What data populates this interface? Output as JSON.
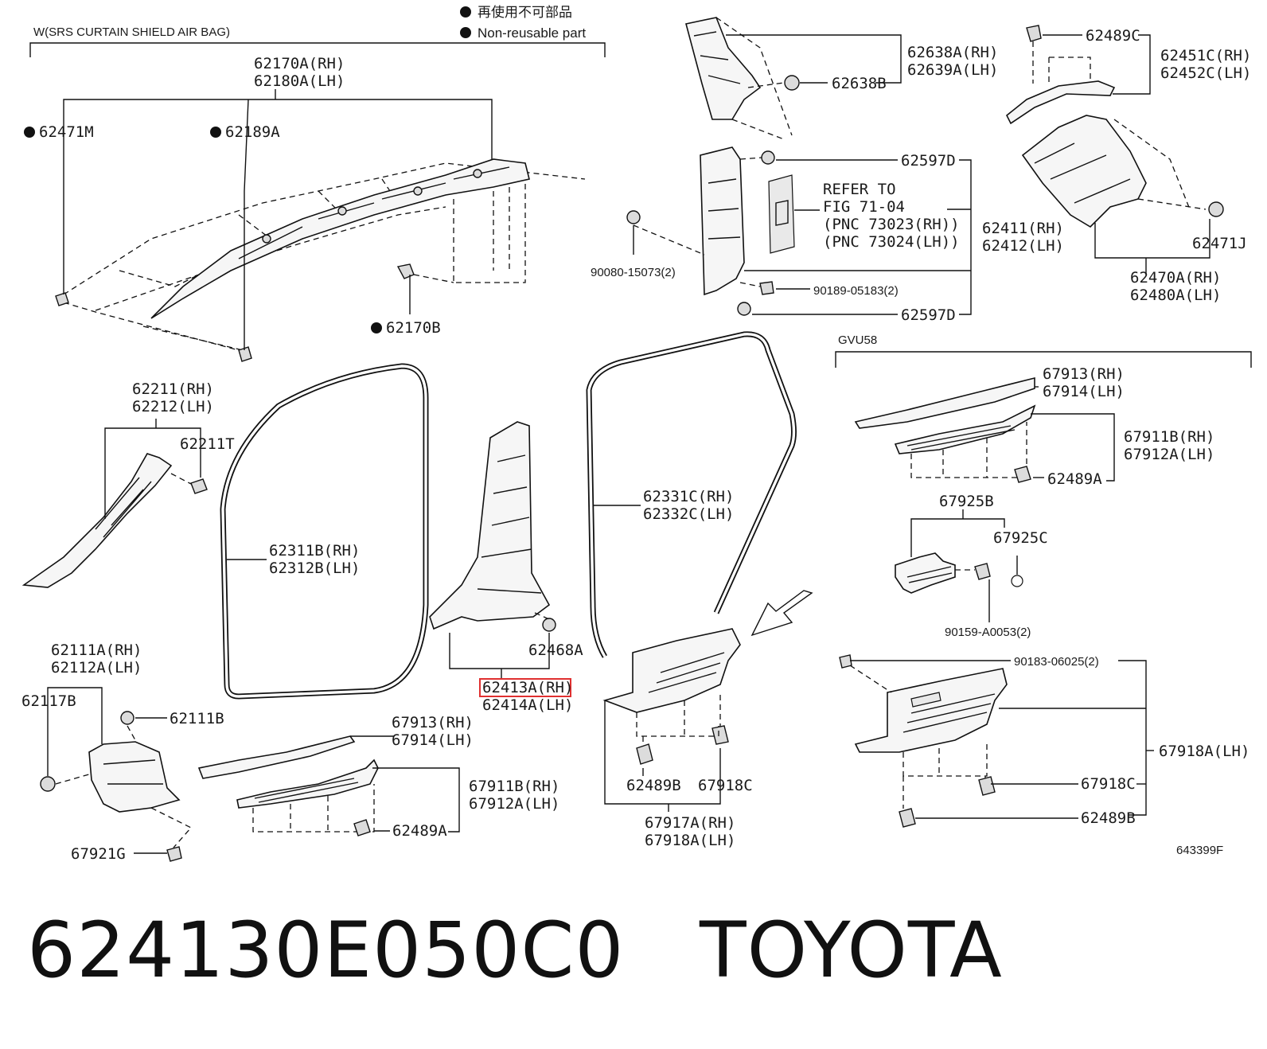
{
  "legend": {
    "srs_group": "W(SRS CURTAIN SHIELD AIR BAG)",
    "nonreuse_jp": "再使用不可部品",
    "nonreuse_en": "Non-reusable part"
  },
  "gvu_group": "GVU58",
  "refer": {
    "line1": "REFER TO",
    "line2": "FIG 71-04",
    "line3": "(PNC 73023(RH))",
    "line4": "(PNC 73024(LH))"
  },
  "parts": {
    "p62170A": "62170A(RH)",
    "p62180A": "62180A(LH)",
    "p62471M": "62471M",
    "p62189A": "62189A",
    "p62170B": "62170B",
    "p62638A": "62638A(RH)",
    "p62639A": "62639A(LH)",
    "p62638B": "62638B",
    "p62489C": "62489C",
    "p62451C": "62451C(RH)",
    "p62452C": "62452C(LH)",
    "p62597D_top": "62597D",
    "p62597D_bot": "62597D",
    "p62411": "62411(RH)",
    "p62412": "62412(LH)",
    "p90080": "90080-15073(2)",
    "p90189": "90189-05183(2)",
    "p62471J": "62471J",
    "p62470A": "62470A(RH)",
    "p62480A": "62480A(LH)",
    "p62211": "62211(RH)",
    "p62212": "62212(LH)",
    "p62211T": "62211T",
    "p62311B": "62311B(RH)",
    "p62312B": "62312B(LH)",
    "p62331C": "62331C(RH)",
    "p62332C": "62332C(LH)",
    "p62468A": "62468A",
    "p62413A": "62413A(RH)",
    "p62414A": "62414A(LH)",
    "p62111A": "62111A(RH)",
    "p62112A": "62112A(LH)",
    "p62117B": "62117B",
    "p62111B": "62111B",
    "p67921G": "67921G",
    "p67913_l": "67913(RH)",
    "p67914_l": "67914(LH)",
    "p67911B_l": "67911B(RH)",
    "p67912A_l": "67912A(LH)",
    "p62489A_l": "62489A",
    "p62489B_m": "62489B",
    "p67918C_m": "67918C",
    "p67917A": "67917A(RH)",
    "p67918A_m": "67918A(LH)",
    "p67913_r": "67913(RH)",
    "p67914_r": "67914(LH)",
    "p67911B_r": "67911B(RH)",
    "p67912A_r": "67912A(LH)",
    "p62489A_r": "62489A",
    "p67925B": "67925B",
    "p67925C": "67925C",
    "p90159": "90159-A0053(2)",
    "p90183": "90183-06025(2)",
    "p67918A_r": "67918A(LH)",
    "p67918C_r": "67918C",
    "p62489B_r": "62489B"
  },
  "figure_code": "643399F",
  "footer_text": "624130E050C0   TOYOTA",
  "highlight_color": "#e03030"
}
